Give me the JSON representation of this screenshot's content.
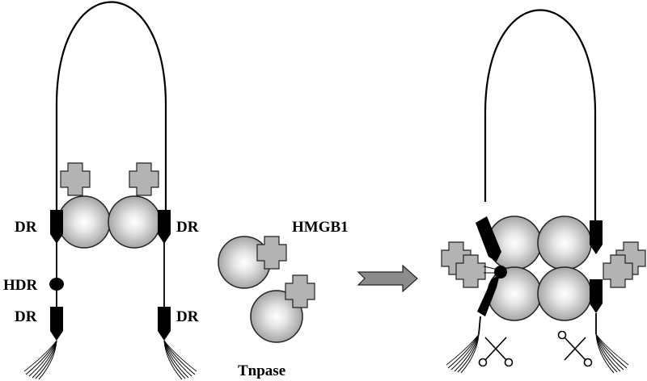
{
  "labels": {
    "dr_left_top": "DR",
    "dr_right_top": "DR",
    "hdr": "HDR",
    "dr_left_bottom": "DR",
    "dr_right_bottom": "DR",
    "hmgb1": "HMGB1",
    "tnpase": "Tnpase"
  },
  "colors": {
    "dna": "#000000",
    "hmgb1_fill": "#b3b3b3",
    "tnpase_light": "#ffffff",
    "tnpase_dark": "#9a9a9a",
    "arrow": "#8c8c8c"
  },
  "icons": [
    "scissors-icon",
    "reaction-arrow-icon"
  ]
}
